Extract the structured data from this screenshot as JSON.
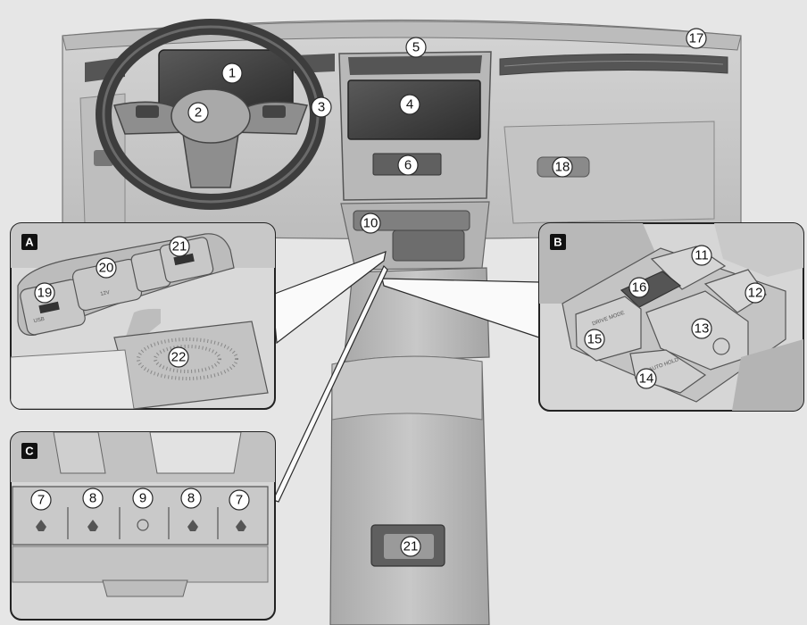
{
  "insets": {
    "A": {
      "tag": "A"
    },
    "B": {
      "tag": "B"
    },
    "C": {
      "tag": "C"
    }
  },
  "button_text": {
    "usb_19": "USB",
    "power_outlet_20": "12V",
    "drive_mode": "DRIVE MODE",
    "auto_hold": "AUTO HOLD"
  },
  "callouts": {
    "c1": "1",
    "c2": "2",
    "c3": "3",
    "c4": "4",
    "c5": "5",
    "c6": "6",
    "c10": "10",
    "c17": "17",
    "c18": "18",
    "c21_main": "21",
    "a19": "19",
    "a20": "20",
    "a21": "21",
    "a22": "22",
    "b11": "11",
    "b12": "12",
    "b13": "13",
    "b14": "14",
    "b15": "15",
    "b16": "16",
    "c7_left": "7",
    "c8_left": "8",
    "c9": "9",
    "c8_right": "8",
    "c7_right": "7"
  },
  "colors": {
    "background": "#e6e6e6",
    "outline": "#2a2a2a",
    "tag_fill": "#111111"
  }
}
